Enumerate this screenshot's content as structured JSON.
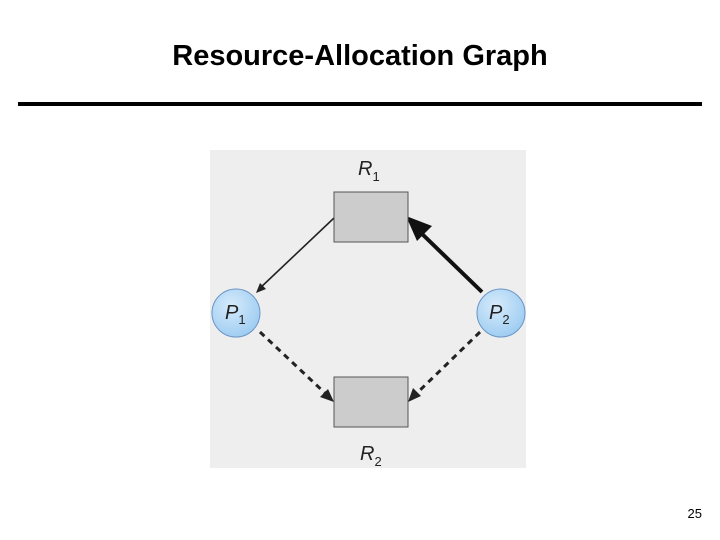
{
  "slide": {
    "title": "Resource-Allocation Graph",
    "page_number": "25"
  },
  "graph": {
    "background": "#eeeeee",
    "resources": [
      {
        "id": "R1",
        "letter": "R",
        "subscript": "1"
      },
      {
        "id": "R2",
        "letter": "R",
        "subscript": "2"
      }
    ],
    "processes": [
      {
        "id": "P1",
        "letter": "P",
        "subscript": "1"
      },
      {
        "id": "P2",
        "letter": "P",
        "subscript": "2"
      }
    ],
    "edges": [
      {
        "from": "R1",
        "to": "P1",
        "style": "solid"
      },
      {
        "from": "P2",
        "to": "R1",
        "style": "solid-bold"
      },
      {
        "from": "P1",
        "to": "R2",
        "style": "dashed"
      },
      {
        "from": "P2",
        "to": "R2",
        "style": "dashed"
      }
    ],
    "colors": {
      "resource_fill": "#cccccc",
      "resource_stroke": "#555555",
      "process_fill": "#a9d2f4",
      "process_stroke": "#6a95c6",
      "edge": "#222222"
    }
  }
}
